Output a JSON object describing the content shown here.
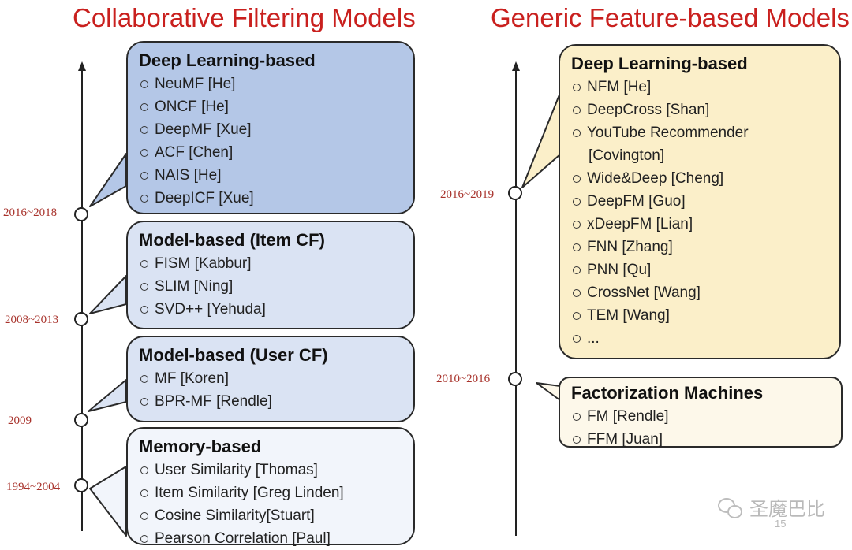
{
  "left": {
    "title": "Collaborative Filtering Models",
    "timeline": [
      {
        "date": "2016~2018"
      },
      {
        "date": "2008~2013"
      },
      {
        "date": "2009"
      },
      {
        "date": "1994~2004"
      }
    ],
    "boxes": [
      {
        "title": "Deep Learning-based",
        "color": "#b4c7e7",
        "items": [
          "NeuMF [He]",
          "ONCF [He]",
          "DeepMF [Xue]",
          "ACF [Chen]",
          "NAIS [He]",
          "DeepICF [Xue]"
        ]
      },
      {
        "title": "Model-based (Item CF)",
        "color": "#dae3f3",
        "items": [
          "FISM [Kabbur]",
          "SLIM [Ning]",
          "SVD++ [Yehuda]"
        ]
      },
      {
        "title": "Model-based (User CF)",
        "color": "#dae3f3",
        "items": [
          "MF [Koren]",
          "BPR-MF [Rendle]"
        ]
      },
      {
        "title": "Memory-based",
        "color": "#f2f5fb",
        "items": [
          "User Similarity [Thomas]",
          "Item Similarity [Greg Linden]",
          "Cosine Similarity[Stuart]",
          "Pearson Correlation [Paul]"
        ]
      }
    ]
  },
  "right": {
    "title": "Generic Feature-based Models",
    "timeline": [
      {
        "date": "2016~2019"
      },
      {
        "date": "2010~2016"
      }
    ],
    "boxes": [
      {
        "title": "Deep Learning-based",
        "color": "#fbefc9",
        "items": [
          "NFM [He]",
          "DeepCross [Shan]",
          "YouTube Recommender",
          "[Covington]",
          "Wide&Deep [Cheng]",
          "DeepFM [Guo]",
          "xDeepFM [Lian]",
          "FNN [Zhang]",
          "PNN [Qu]",
          "CrossNet [Wang]",
          "TEM [Wang]",
          "..."
        ]
      },
      {
        "title": "Factorization Machines",
        "color": "#fdf8ea",
        "items": [
          "FM [Rendle]",
          "FFM [Juan]"
        ]
      }
    ]
  },
  "watermark": {
    "text": "圣魔巴比",
    "page": "15"
  }
}
